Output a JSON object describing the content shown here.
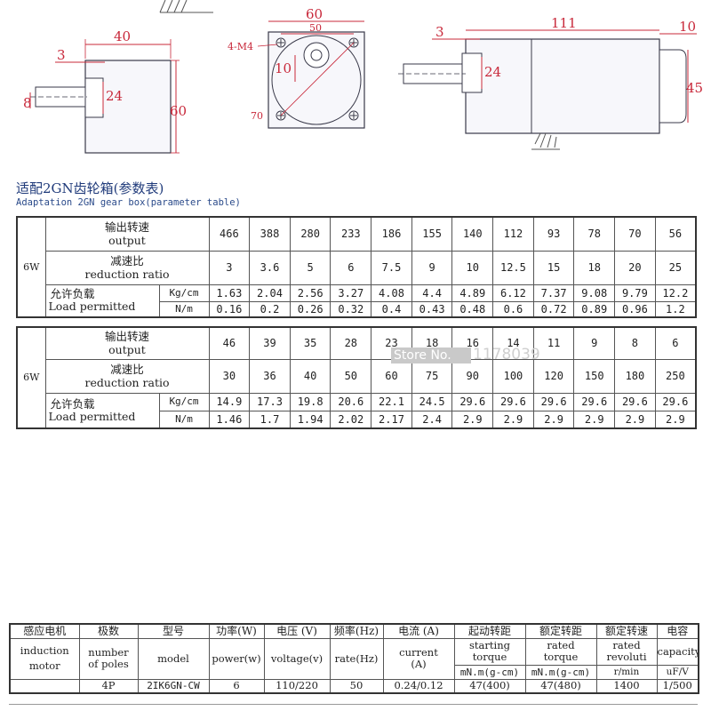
{
  "drawings": {
    "left_view": {
      "dim_width": "40",
      "dim_shaft": "3",
      "dim_shaft_dia": "8",
      "dim_boss": "24",
      "dim_height": "60"
    },
    "front_view": {
      "dim_outer": "60",
      "dim_pcd": "50",
      "holes": "4-M4",
      "dim_center": "10",
      "dim_diag": "70"
    },
    "side_view": {
      "dim_shaft": "3",
      "dim_length": "111",
      "dim_boss": "24",
      "dim_cap": "10",
      "dim_end": "45"
    },
    "line_color": "#3a3a4a",
    "dim_color": "#c8283a"
  },
  "title": "适配2GN齿轮箱(参数表)",
  "subtitle": "Adaptation 2GN gear box(parameter table)",
  "gear_tables": [
    {
      "power": "6W",
      "output_label_cn": "输出转速",
      "output_label_en": "output",
      "ratio_label_cn": "减速比",
      "ratio_label_en": "reduction ratio",
      "load_label_cn": "允许负载",
      "load_label_en": "Load permitted",
      "unit_kg": "Kg/cm",
      "unit_nm": "N/m",
      "output": [
        "466",
        "388",
        "280",
        "233",
        "186",
        "155",
        "140",
        "112",
        "93",
        "78",
        "70",
        "56"
      ],
      "ratio": [
        "3",
        "3.6",
        "5",
        "6",
        "7.5",
        "9",
        "10",
        "12.5",
        "15",
        "18",
        "20",
        "25"
      ],
      "load_kg": [
        "1.63",
        "2.04",
        "2.56",
        "3.27",
        "4.08",
        "4.4",
        "4.89",
        "6.12",
        "7.37",
        "9.08",
        "9.79",
        "12.2"
      ],
      "load_nm": [
        "0.16",
        "0.2",
        "0.26",
        "0.32",
        "0.4",
        "0.43",
        "0.48",
        "0.6",
        "0.72",
        "0.89",
        "0.96",
        "1.2"
      ]
    },
    {
      "power": "6W",
      "output_label_cn": "输出转速",
      "output_label_en": "output",
      "ratio_label_cn": "减速比",
      "ratio_label_en": "reduction ratio",
      "load_label_cn": "允许负载",
      "load_label_en": "Load permitted",
      "unit_kg": "Kg/cm",
      "unit_nm": "N/m",
      "output": [
        "46",
        "39",
        "35",
        "28",
        "23",
        "18",
        "16",
        "14",
        "11",
        "9",
        "8",
        "6"
      ],
      "ratio": [
        "30",
        "36",
        "40",
        "50",
        "60",
        "75",
        "90",
        "100",
        "120",
        "150",
        "180",
        "250"
      ],
      "load_kg": [
        "14.9",
        "17.3",
        "19.8",
        "20.6",
        "22.1",
        "24.5",
        "29.6",
        "29.6",
        "29.6",
        "29.6",
        "29.6",
        "29.6"
      ],
      "load_nm": [
        "1.46",
        "1.7",
        "1.94",
        "2.02",
        "2.17",
        "2.4",
        "2.9",
        "2.9",
        "2.9",
        "2.9",
        "2.9",
        "2.9"
      ]
    }
  ],
  "watermark": {
    "label": "Store No.",
    "number": "1178039"
  },
  "motor_table": {
    "headers": [
      "感应电机",
      "极数",
      "型号",
      "功率(W)",
      "电压 (V)",
      "频率(Hz)",
      "电流 (A)",
      "起动转距",
      "额定转距",
      "额定转速",
      "电容"
    ],
    "sub_motor": [
      "induction",
      "motor"
    ],
    "sub_poles": [
      "number",
      "of poles"
    ],
    "sub_model": "model",
    "sub_power": "power(w)",
    "sub_voltage": "voltage(v)",
    "sub_rate": "rate(Hz)",
    "sub_current": [
      "current",
      "(A)"
    ],
    "sub_starting": [
      "starting",
      "torque"
    ],
    "sub_rated_torque": [
      "rated",
      "torque"
    ],
    "sub_rated_rev": [
      "rated",
      "revoluti"
    ],
    "sub_capacity": "capacity",
    "unit_starting": "mN.m(g-cm)",
    "unit_rated_torque": "mN.m(g-cm)",
    "unit_rev": "r/min",
    "unit_capacity": "uF/V",
    "row": [
      "4P",
      "2IK6GN-CW",
      "6",
      "110/220",
      "50",
      "0.24/0.12",
      "47(400)",
      "47(480)",
      "1400",
      "1/500"
    ]
  }
}
